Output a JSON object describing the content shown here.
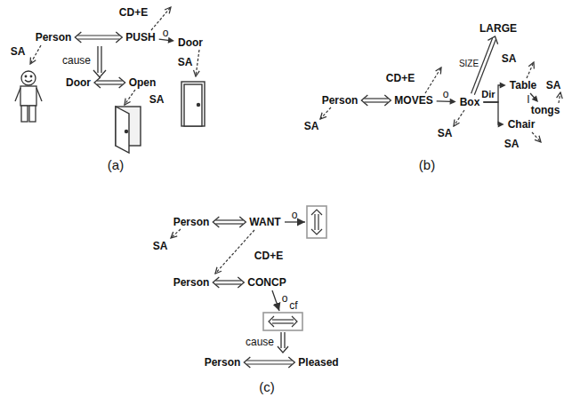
{
  "diagram": {
    "nodes": [
      {
        "text": [
          "Person"
        ]
      },
      {
        "text": [
          "PUSH"
        ]
      },
      {
        "text": [
          "Door"
        ]
      },
      {
        "text": [
          "Door"
        ]
      },
      {
        "text": [
          "Open"
        ]
      },
      {
        "text": [
          "Person"
        ]
      },
      {
        "text": [
          "MOVES"
        ]
      },
      {
        "text": [
          "Box"
        ]
      },
      {
        "text": [
          "LARGE"
        ]
      },
      {
        "text": [
          "Table"
        ]
      },
      {
        "text": [
          "Chair"
        ]
      },
      {
        "text": [
          "tongs"
        ]
      },
      {
        "text": [
          "Person"
        ]
      },
      {
        "text": [
          "WANT"
        ]
      },
      {
        "text": [
          "Person"
        ]
      },
      {
        "text": [
          "CONCP"
        ]
      },
      {
        "text": [
          "Person"
        ]
      },
      {
        "text": [
          "Pleased"
        ]
      }
    ],
    "edges": [
      {
        "from": 0,
        "to": 1,
        "arrow": "both"
      },
      {
        "from": 1,
        "to": 2,
        "label": "o",
        "arrow": "to"
      },
      {
        "from": 3,
        "to": 4,
        "arrow": "both"
      },
      {
        "from": 5,
        "to": 6,
        "arrow": "both"
      },
      {
        "from": 6,
        "to": 7,
        "label": "o",
        "arrow": "to"
      },
      {
        "from": 7,
        "to": 8,
        "label": "SIZE",
        "arrow": "to"
      },
      {
        "from": 7,
        "to": 9,
        "arrow": "to"
      },
      {
        "from": 7,
        "to": 10,
        "arrow": "to"
      },
      {
        "from": 9,
        "to": 11,
        "label": "I",
        "arrow": "to"
      },
      {
        "from": 12,
        "to": 13,
        "arrow": "both"
      },
      {
        "from": 14,
        "to": 15,
        "arrow": "both"
      },
      {
        "from": 16,
        "to": 17,
        "arrow": "both"
      }
    ],
    "labels": [
      "CD+E",
      "SA",
      "cause",
      "SA",
      "SA",
      "(a)",
      "CD+E",
      "SA",
      "SA",
      "Dir",
      "SA",
      "SA",
      "SA",
      "(b)",
      "SA",
      "o",
      "CD+E",
      "o",
      "cf",
      "cause",
      "(c)"
    ]
  }
}
